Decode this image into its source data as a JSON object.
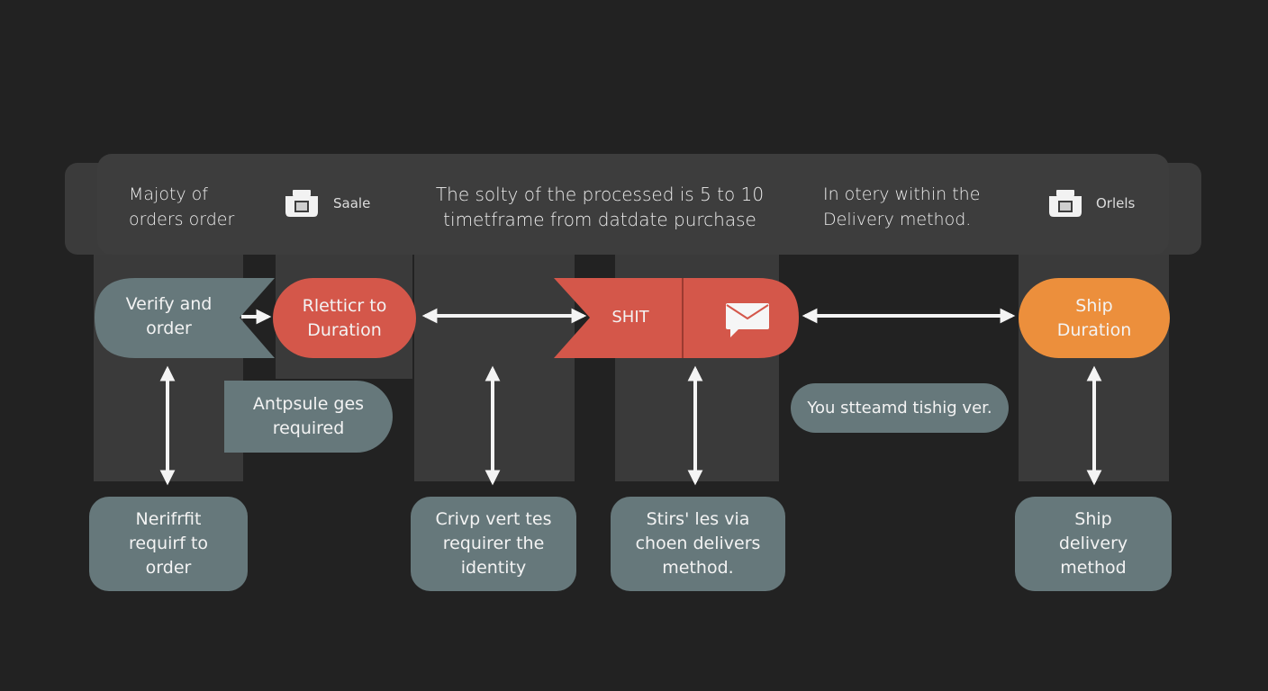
{
  "colors": {
    "background": "#222222",
    "header": "#3d3d3d",
    "column": "#3a3a3a",
    "teal": "#66787b",
    "red": "#d4574a",
    "orange": "#ec8f3c",
    "arrow": "#f4f4f4"
  },
  "header": {
    "left_text": [
      "Majoty of",
      "orders order"
    ],
    "left_icon": "package-box-icon",
    "left_icon_label": "Saale",
    "center_text": [
      "The solty of the processed is 5 to 10",
      "timetframe from datdate purchase"
    ],
    "right_text": [
      "In otery within the",
      "Delivery method."
    ],
    "right_icon": "package-box-icon",
    "right_icon_label": "Orlels"
  },
  "nodes": {
    "verify": [
      "Verify and",
      "order"
    ],
    "restrict": [
      "Rletticr to",
      "Duration"
    ],
    "ship_tag": "SHIT",
    "ship_tag_icon": "mail-message-icon",
    "ship_duration": [
      "Ship",
      "Duration"
    ],
    "capsule_note": [
      "Antpsule ges",
      "required"
    ],
    "you_note": "You stteamd tishig ver."
  },
  "cards": {
    "card1": [
      "Nerifrfit",
      "requirf to",
      "order"
    ],
    "card2": [
      "Crivp vert tes",
      "requirer the",
      "identity"
    ],
    "card3": [
      "Stirs' les via",
      "choen delivers",
      "method."
    ],
    "card4": [
      "Ship",
      "delivery",
      "method"
    ]
  }
}
